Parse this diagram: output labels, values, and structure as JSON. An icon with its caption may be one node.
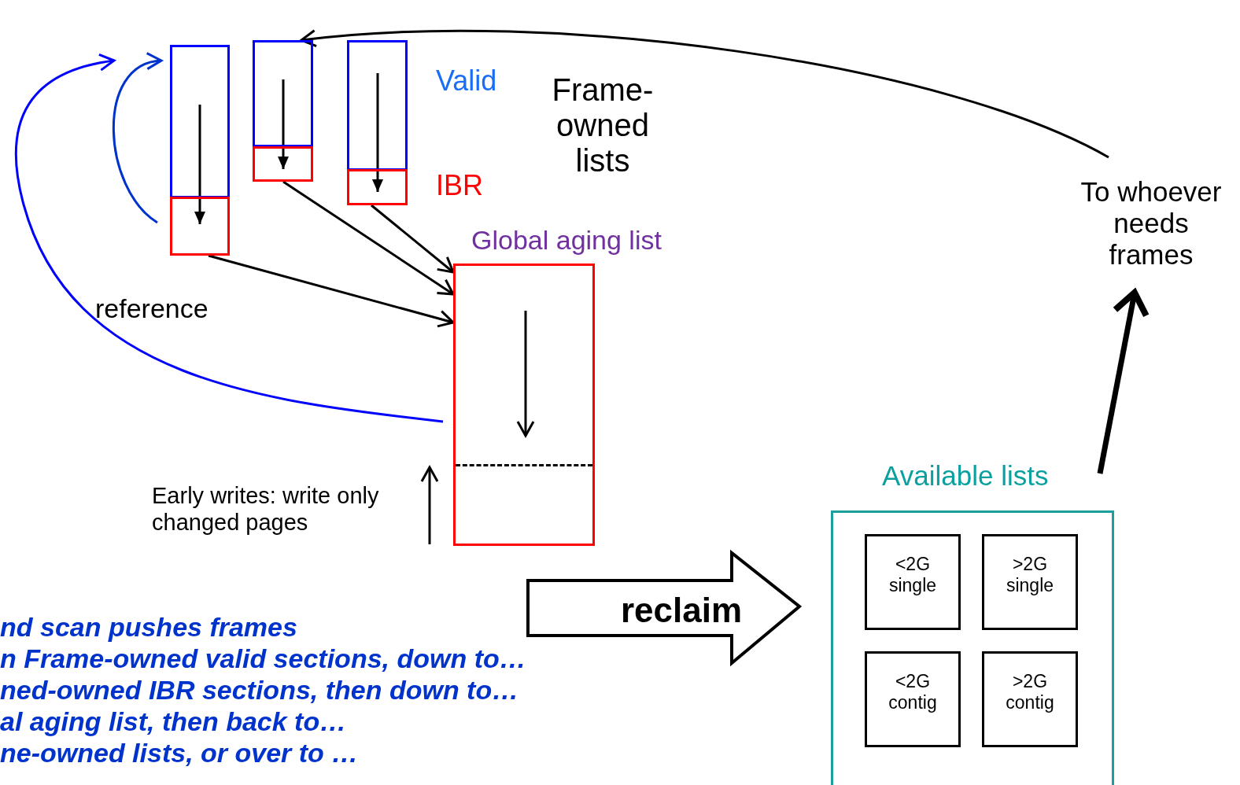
{
  "diagram": {
    "nodes": [
      {
        "text": [],
        "shape": "box"
      },
      {
        "text": [],
        "shape": "box"
      },
      {
        "text": [],
        "shape": "box"
      },
      {
        "text": [],
        "shape": "box"
      },
      {
        "text": [],
        "shape": "box"
      },
      {
        "text": [],
        "shape": "box"
      },
      {
        "text": [
          "Global aging list"
        ]
      },
      {
        "text": [
          "Available lists"
        ]
      },
      {
        "text": [
          "<2G single"
        ],
        "in": 7
      },
      {
        "text": [
          ">2G single"
        ],
        "in": 7
      },
      {
        "text": [
          "<2G contig"
        ],
        "in": 7
      },
      {
        "text": [
          ">2G contig"
        ],
        "in": 7
      },
      {
        "text": [
          "To whoever needs frames"
        ]
      }
    ],
    "edges": [
      {
        "from": 0,
        "to": 1,
        "arrow": "to"
      },
      {
        "from": 2,
        "to": 3,
        "arrow": "to"
      },
      {
        "from": 4,
        "to": 5,
        "arrow": "to"
      },
      {
        "from": 1,
        "to": 6,
        "arrow": "to"
      },
      {
        "from": 3,
        "to": 6,
        "arrow": "to"
      },
      {
        "from": 5,
        "to": 6,
        "arrow": "to"
      },
      {
        "from": 1,
        "to": 0,
        "arrow": "to",
        "color": "#0033cc"
      },
      {
        "from": 6,
        "to": 0,
        "arrow": "to",
        "color": "#0000ff"
      },
      {
        "from": 6,
        "to": 7,
        "arrow": "to",
        "label": "reclaim"
      },
      {
        "from": 7,
        "to": 12,
        "arrow": "to",
        "style": "thick"
      },
      {
        "from": 12,
        "to": 2,
        "arrow": "to"
      }
    ],
    "labels": [
      "Valid",
      "Frame- owned lists",
      "IBR",
      "reference",
      "Early writes: write only changed pages",
      "nd scan pushes frames",
      "n Frame-owned valid sections, down to…",
      "ned-owned IBR sections, then down to…",
      "al aging list, then back to…",
      "ne-owned lists, or over to …"
    ]
  }
}
